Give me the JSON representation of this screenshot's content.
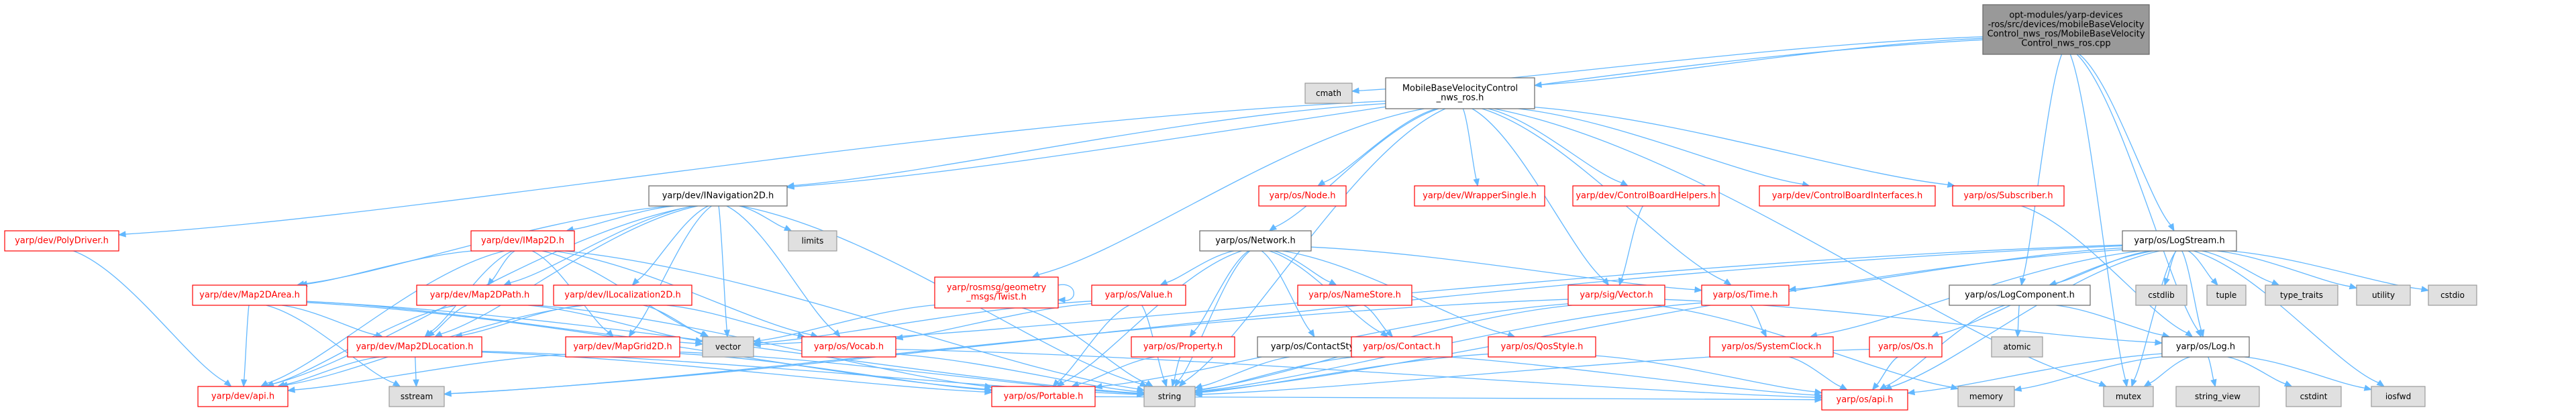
{
  "colors": {
    "edge": "#63b8ff",
    "root_fill": "#999999",
    "root_border": "#666666",
    "documented_border": "#ff0000",
    "plain_border": "#666666",
    "external_fill": "#e0e0e0",
    "external_border": "#999999",
    "red_text": "#ff0000",
    "text": "#000000"
  },
  "nodes": [
    {
      "id": "root",
      "kind": "root",
      "lines": [
        "opt-modules/yarp-devices",
        "-ros/src/devices/mobileBaseVelocity",
        "Control_nws_ros/MobileBaseVelocity",
        "Control_nws_ros.cpp"
      ]
    },
    {
      "id": "cmath",
      "kind": "external",
      "lines": [
        "cmath"
      ]
    },
    {
      "id": "mbvc_h",
      "kind": "plain",
      "lines": [
        "MobileBaseVelocityControl",
        "_nws_ros.h"
      ]
    },
    {
      "id": "inav2d",
      "kind": "plain",
      "lines": [
        "yarp/dev/INavigation2D.h"
      ]
    },
    {
      "id": "polydriver",
      "kind": "doc",
      "lines": [
        "yarp/dev/PolyDriver.h"
      ]
    },
    {
      "id": "imap2d",
      "kind": "doc",
      "lines": [
        "yarp/dev/IMap2D.h"
      ]
    },
    {
      "id": "limits",
      "kind": "external",
      "lines": [
        "limits"
      ]
    },
    {
      "id": "map2darea",
      "kind": "doc",
      "lines": [
        "yarp/dev/Map2DArea.h"
      ]
    },
    {
      "id": "map2dpath",
      "kind": "doc",
      "lines": [
        "yarp/dev/Map2DPath.h"
      ]
    },
    {
      "id": "ilocalization",
      "kind": "doc",
      "lines": [
        "yarp/dev/ILocalization2D.h"
      ]
    },
    {
      "id": "map2dlocation",
      "kind": "doc",
      "lines": [
        "yarp/dev/Map2DLocation.h"
      ]
    },
    {
      "id": "mapgrid2d",
      "kind": "doc",
      "lines": [
        "yarp/dev/MapGrid2D.h"
      ]
    },
    {
      "id": "dev_api",
      "kind": "doc",
      "lines": [
        "yarp/dev/api.h"
      ]
    },
    {
      "id": "sstream",
      "kind": "external",
      "lines": [
        "sstream"
      ]
    },
    {
      "id": "vector",
      "kind": "external",
      "lines": [
        "vector"
      ]
    },
    {
      "id": "vocab",
      "kind": "doc",
      "lines": [
        "yarp/os/Vocab.h"
      ]
    },
    {
      "id": "portable",
      "kind": "doc",
      "lines": [
        "yarp/os/Portable.h"
      ]
    },
    {
      "id": "string",
      "kind": "external",
      "lines": [
        "string"
      ]
    },
    {
      "id": "os_api",
      "kind": "doc",
      "lines": [
        "yarp/os/api.h"
      ]
    },
    {
      "id": "network",
      "kind": "plain",
      "lines": [
        "yarp/os/Network.h"
      ]
    },
    {
      "id": "node",
      "kind": "doc",
      "lines": [
        "yarp/os/Node.h"
      ]
    },
    {
      "id": "twist",
      "kind": "doc",
      "lines": [
        "yarp/rosmsg/geometry",
        "_msgs/Twist.h"
      ]
    },
    {
      "id": "value",
      "kind": "doc",
      "lines": [
        "yarp/os/Value.h"
      ]
    },
    {
      "id": "property",
      "kind": "doc",
      "lines": [
        "yarp/os/Property.h"
      ]
    },
    {
      "id": "contactstyle",
      "kind": "plain",
      "lines": [
        "yarp/os/ContactStyle.h"
      ]
    },
    {
      "id": "namestore",
      "kind": "doc",
      "lines": [
        "yarp/os/NameStore.h"
      ]
    },
    {
      "id": "contact",
      "kind": "doc",
      "lines": [
        "yarp/os/Contact.h"
      ]
    },
    {
      "id": "qosstyle",
      "kind": "doc",
      "lines": [
        "yarp/os/QosStyle.h"
      ]
    },
    {
      "id": "wrappersingle",
      "kind": "doc",
      "lines": [
        "yarp/dev/WrapperSingle.h"
      ]
    },
    {
      "id": "cbhelpers",
      "kind": "doc",
      "lines": [
        "yarp/dev/ControlBoardHelpers.h"
      ]
    },
    {
      "id": "sigvector",
      "kind": "doc",
      "lines": [
        "yarp/sig/Vector.h"
      ]
    },
    {
      "id": "cbinterfaces",
      "kind": "doc",
      "lines": [
        "yarp/dev/ControlBoardInterfaces.h"
      ]
    },
    {
      "id": "ostime",
      "kind": "doc",
      "lines": [
        "yarp/os/Time.h"
      ]
    },
    {
      "id": "subscriber",
      "kind": "doc",
      "lines": [
        "yarp/os/Subscriber.h"
      ]
    },
    {
      "id": "systemclock",
      "kind": "doc",
      "lines": [
        "yarp/os/SystemClock.h"
      ]
    },
    {
      "id": "os_os",
      "kind": "doc",
      "lines": [
        "yarp/os/Os.h"
      ]
    },
    {
      "id": "logstream",
      "kind": "plain",
      "lines": [
        "yarp/os/LogStream.h"
      ]
    },
    {
      "id": "logcomponent",
      "kind": "plain",
      "lines": [
        "yarp/os/LogComponent.h"
      ]
    },
    {
      "id": "atomic",
      "kind": "external",
      "lines": [
        "atomic"
      ]
    },
    {
      "id": "oslog",
      "kind": "plain",
      "lines": [
        "yarp/os/Log.h"
      ]
    },
    {
      "id": "memory",
      "kind": "external",
      "lines": [
        "memory"
      ]
    },
    {
      "id": "mutex",
      "kind": "external",
      "lines": [
        "mutex"
      ]
    },
    {
      "id": "string_view",
      "kind": "external",
      "lines": [
        "string_view"
      ]
    },
    {
      "id": "cstdint",
      "kind": "external",
      "lines": [
        "cstdint"
      ]
    },
    {
      "id": "iosfwd",
      "kind": "external",
      "lines": [
        "iosfwd"
      ]
    },
    {
      "id": "cstdlib",
      "kind": "external",
      "lines": [
        "cstdlib"
      ]
    },
    {
      "id": "tuple",
      "kind": "external",
      "lines": [
        "tuple"
      ]
    },
    {
      "id": "type_traits",
      "kind": "external",
      "lines": [
        "type_traits"
      ]
    },
    {
      "id": "utility",
      "kind": "external",
      "lines": [
        "utility"
      ]
    },
    {
      "id": "cstdio",
      "kind": "external",
      "lines": [
        "cstdio"
      ]
    }
  ],
  "edges": [
    [
      "root",
      "cmath"
    ],
    [
      "root",
      "mbvc_h"
    ],
    [
      "root",
      "inav2d"
    ],
    [
      "root",
      "logcomponent"
    ],
    [
      "root",
      "logstream"
    ],
    [
      "root",
      "oslog"
    ],
    [
      "root",
      "mutex"
    ],
    [
      "mbvc_h",
      "inav2d"
    ],
    [
      "mbvc_h",
      "network"
    ],
    [
      "mbvc_h",
      "node"
    ],
    [
      "mbvc_h",
      "twist"
    ],
    [
      "mbvc_h",
      "wrappersingle"
    ],
    [
      "mbvc_h",
      "cbhelpers"
    ],
    [
      "mbvc_h",
      "cbinterfaces"
    ],
    [
      "mbvc_h",
      "subscriber"
    ],
    [
      "mbvc_h",
      "ostime"
    ],
    [
      "mbvc_h",
      "sigvector"
    ],
    [
      "mbvc_h",
      "string"
    ],
    [
      "mbvc_h",
      "mutex"
    ],
    [
      "mbvc_h",
      "polydriver"
    ],
    [
      "inav2d",
      "imap2d"
    ],
    [
      "inav2d",
      "limits"
    ],
    [
      "inav2d",
      "map2darea"
    ],
    [
      "inav2d",
      "map2dpath"
    ],
    [
      "inav2d",
      "ilocalization"
    ],
    [
      "inav2d",
      "map2dlocation"
    ],
    [
      "inav2d",
      "mapgrid2d"
    ],
    [
      "inav2d",
      "dev_api"
    ],
    [
      "inav2d",
      "vector"
    ],
    [
      "inav2d",
      "vocab"
    ],
    [
      "inav2d",
      "string"
    ],
    [
      "polydriver",
      "dev_api"
    ],
    [
      "imap2d",
      "map2darea"
    ],
    [
      "imap2d",
      "map2dpath"
    ],
    [
      "imap2d",
      "map2dlocation"
    ],
    [
      "imap2d",
      "mapgrid2d"
    ],
    [
      "imap2d",
      "dev_api"
    ],
    [
      "imap2d",
      "vector"
    ],
    [
      "imap2d",
      "vocab"
    ],
    [
      "imap2d",
      "string"
    ],
    [
      "map2darea",
      "map2dlocation"
    ],
    [
      "map2darea",
      "dev_api"
    ],
    [
      "map2darea",
      "sstream"
    ],
    [
      "map2darea",
      "vector"
    ],
    [
      "map2darea",
      "portable"
    ],
    [
      "map2darea",
      "string"
    ],
    [
      "map2dpath",
      "map2dlocation"
    ],
    [
      "map2dpath",
      "dev_api"
    ],
    [
      "map2dpath",
      "vector"
    ],
    [
      "map2dpath",
      "portable"
    ],
    [
      "ilocalization",
      "map2dlocation"
    ],
    [
      "ilocalization",
      "dev_api"
    ],
    [
      "ilocalization",
      "vocab"
    ],
    [
      "ilocalization",
      "vector"
    ],
    [
      "map2dlocation",
      "dev_api"
    ],
    [
      "map2dlocation",
      "sstream"
    ],
    [
      "map2dlocation",
      "portable"
    ],
    [
      "map2dlocation",
      "string"
    ],
    [
      "mapgrid2d",
      "dev_api"
    ],
    [
      "mapgrid2d",
      "portable"
    ],
    [
      "mapgrid2d",
      "string"
    ],
    [
      "vocab",
      "os_api"
    ],
    [
      "vocab",
      "string"
    ],
    [
      "portable",
      "os_api"
    ],
    [
      "network",
      "value"
    ],
    [
      "network",
      "property"
    ],
    [
      "network",
      "contactstyle"
    ],
    [
      "network",
      "namestore"
    ],
    [
      "network",
      "contact"
    ],
    [
      "network",
      "qosstyle"
    ],
    [
      "network",
      "ostime"
    ],
    [
      "network",
      "portable"
    ],
    [
      "network",
      "string"
    ],
    [
      "twist",
      "twist"
    ],
    [
      "twist",
      "vector"
    ],
    [
      "twist",
      "string"
    ],
    [
      "value",
      "vocab"
    ],
    [
      "value",
      "portable"
    ],
    [
      "value",
      "string"
    ],
    [
      "value",
      "vector"
    ],
    [
      "property",
      "portable"
    ],
    [
      "property",
      "string"
    ],
    [
      "contactstyle",
      "string"
    ],
    [
      "contactstyle",
      "os_api"
    ],
    [
      "namestore",
      "contact"
    ],
    [
      "contact",
      "string"
    ],
    [
      "qosstyle",
      "os_api"
    ],
    [
      "qosstyle",
      "string"
    ],
    [
      "cbhelpers",
      "sigvector"
    ],
    [
      "sigvector",
      "oslog"
    ],
    [
      "sigvector",
      "string"
    ],
    [
      "sigvector",
      "memory"
    ],
    [
      "sigvector",
      "sstream"
    ],
    [
      "sigvector",
      "portable"
    ],
    [
      "ostime",
      "systemclock"
    ],
    [
      "ostime",
      "string"
    ],
    [
      "subscriber",
      "oslog"
    ],
    [
      "systemclock",
      "os_api"
    ],
    [
      "os_os",
      "os_api"
    ],
    [
      "os_os",
      "string"
    ],
    [
      "logstream",
      "oslog"
    ],
    [
      "logstream",
      "logcomponent"
    ],
    [
      "logstream",
      "ostime"
    ],
    [
      "logstream",
      "systemclock"
    ],
    [
      "logstream",
      "os_os"
    ],
    [
      "logstream",
      "cstdlib"
    ],
    [
      "logstream",
      "tuple"
    ],
    [
      "logstream",
      "type_traits"
    ],
    [
      "logstream",
      "utility"
    ],
    [
      "logstream",
      "cstdio"
    ],
    [
      "logstream",
      "string"
    ],
    [
      "logstream",
      "sstream"
    ],
    [
      "logstream",
      "iosfwd"
    ],
    [
      "logstream",
      "os_api"
    ],
    [
      "logstream",
      "vector"
    ],
    [
      "logstream",
      "mutex"
    ],
    [
      "logcomponent",
      "oslog"
    ],
    [
      "logcomponent",
      "atomic"
    ],
    [
      "logcomponent",
      "os_api"
    ],
    [
      "oslog",
      "string_view"
    ],
    [
      "oslog",
      "cstdint"
    ],
    [
      "oslog",
      "iosfwd"
    ],
    [
      "oslog",
      "mutex"
    ],
    [
      "oslog",
      "os_api"
    ],
    [
      "oslog",
      "memory"
    ]
  ]
}
